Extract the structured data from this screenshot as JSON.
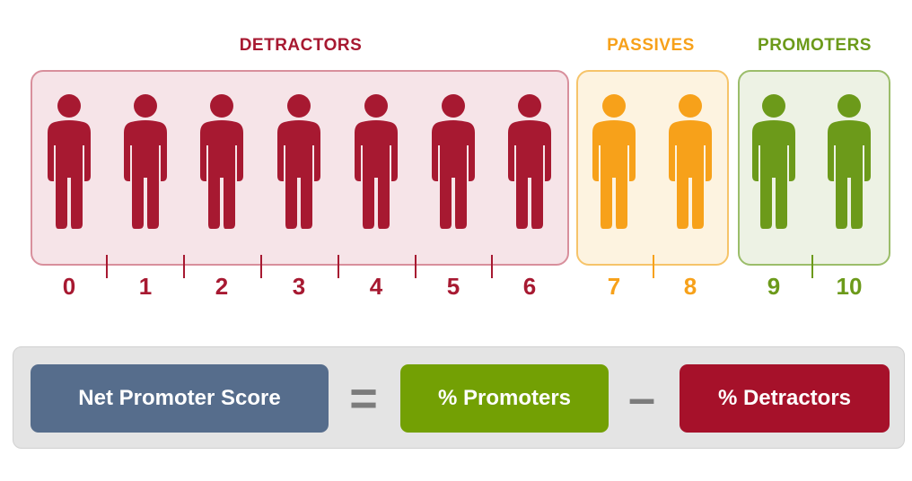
{
  "colors": {
    "detractors": "#a71931",
    "passives": "#f7a11a",
    "promoters": "#6c9a1a",
    "nps_pill": "#566d8c",
    "promoters_pill": "#73a004",
    "detractors_pill": "#a6112a"
  },
  "groups": {
    "detractors": {
      "title": "DETRACTORS"
    },
    "passives": {
      "title": "PASSIVES"
    },
    "promoters": {
      "title": "PROMOTERS"
    }
  },
  "scores": [
    "0",
    "1",
    "2",
    "3",
    "4",
    "5",
    "6",
    "7",
    "8",
    "9",
    "10"
  ],
  "icon": "person-icon",
  "formula": {
    "nps": "Net Promoter Score",
    "equals": "=",
    "promoters": "% Promoters",
    "minus": "–",
    "detractors": "% Detractors"
  }
}
